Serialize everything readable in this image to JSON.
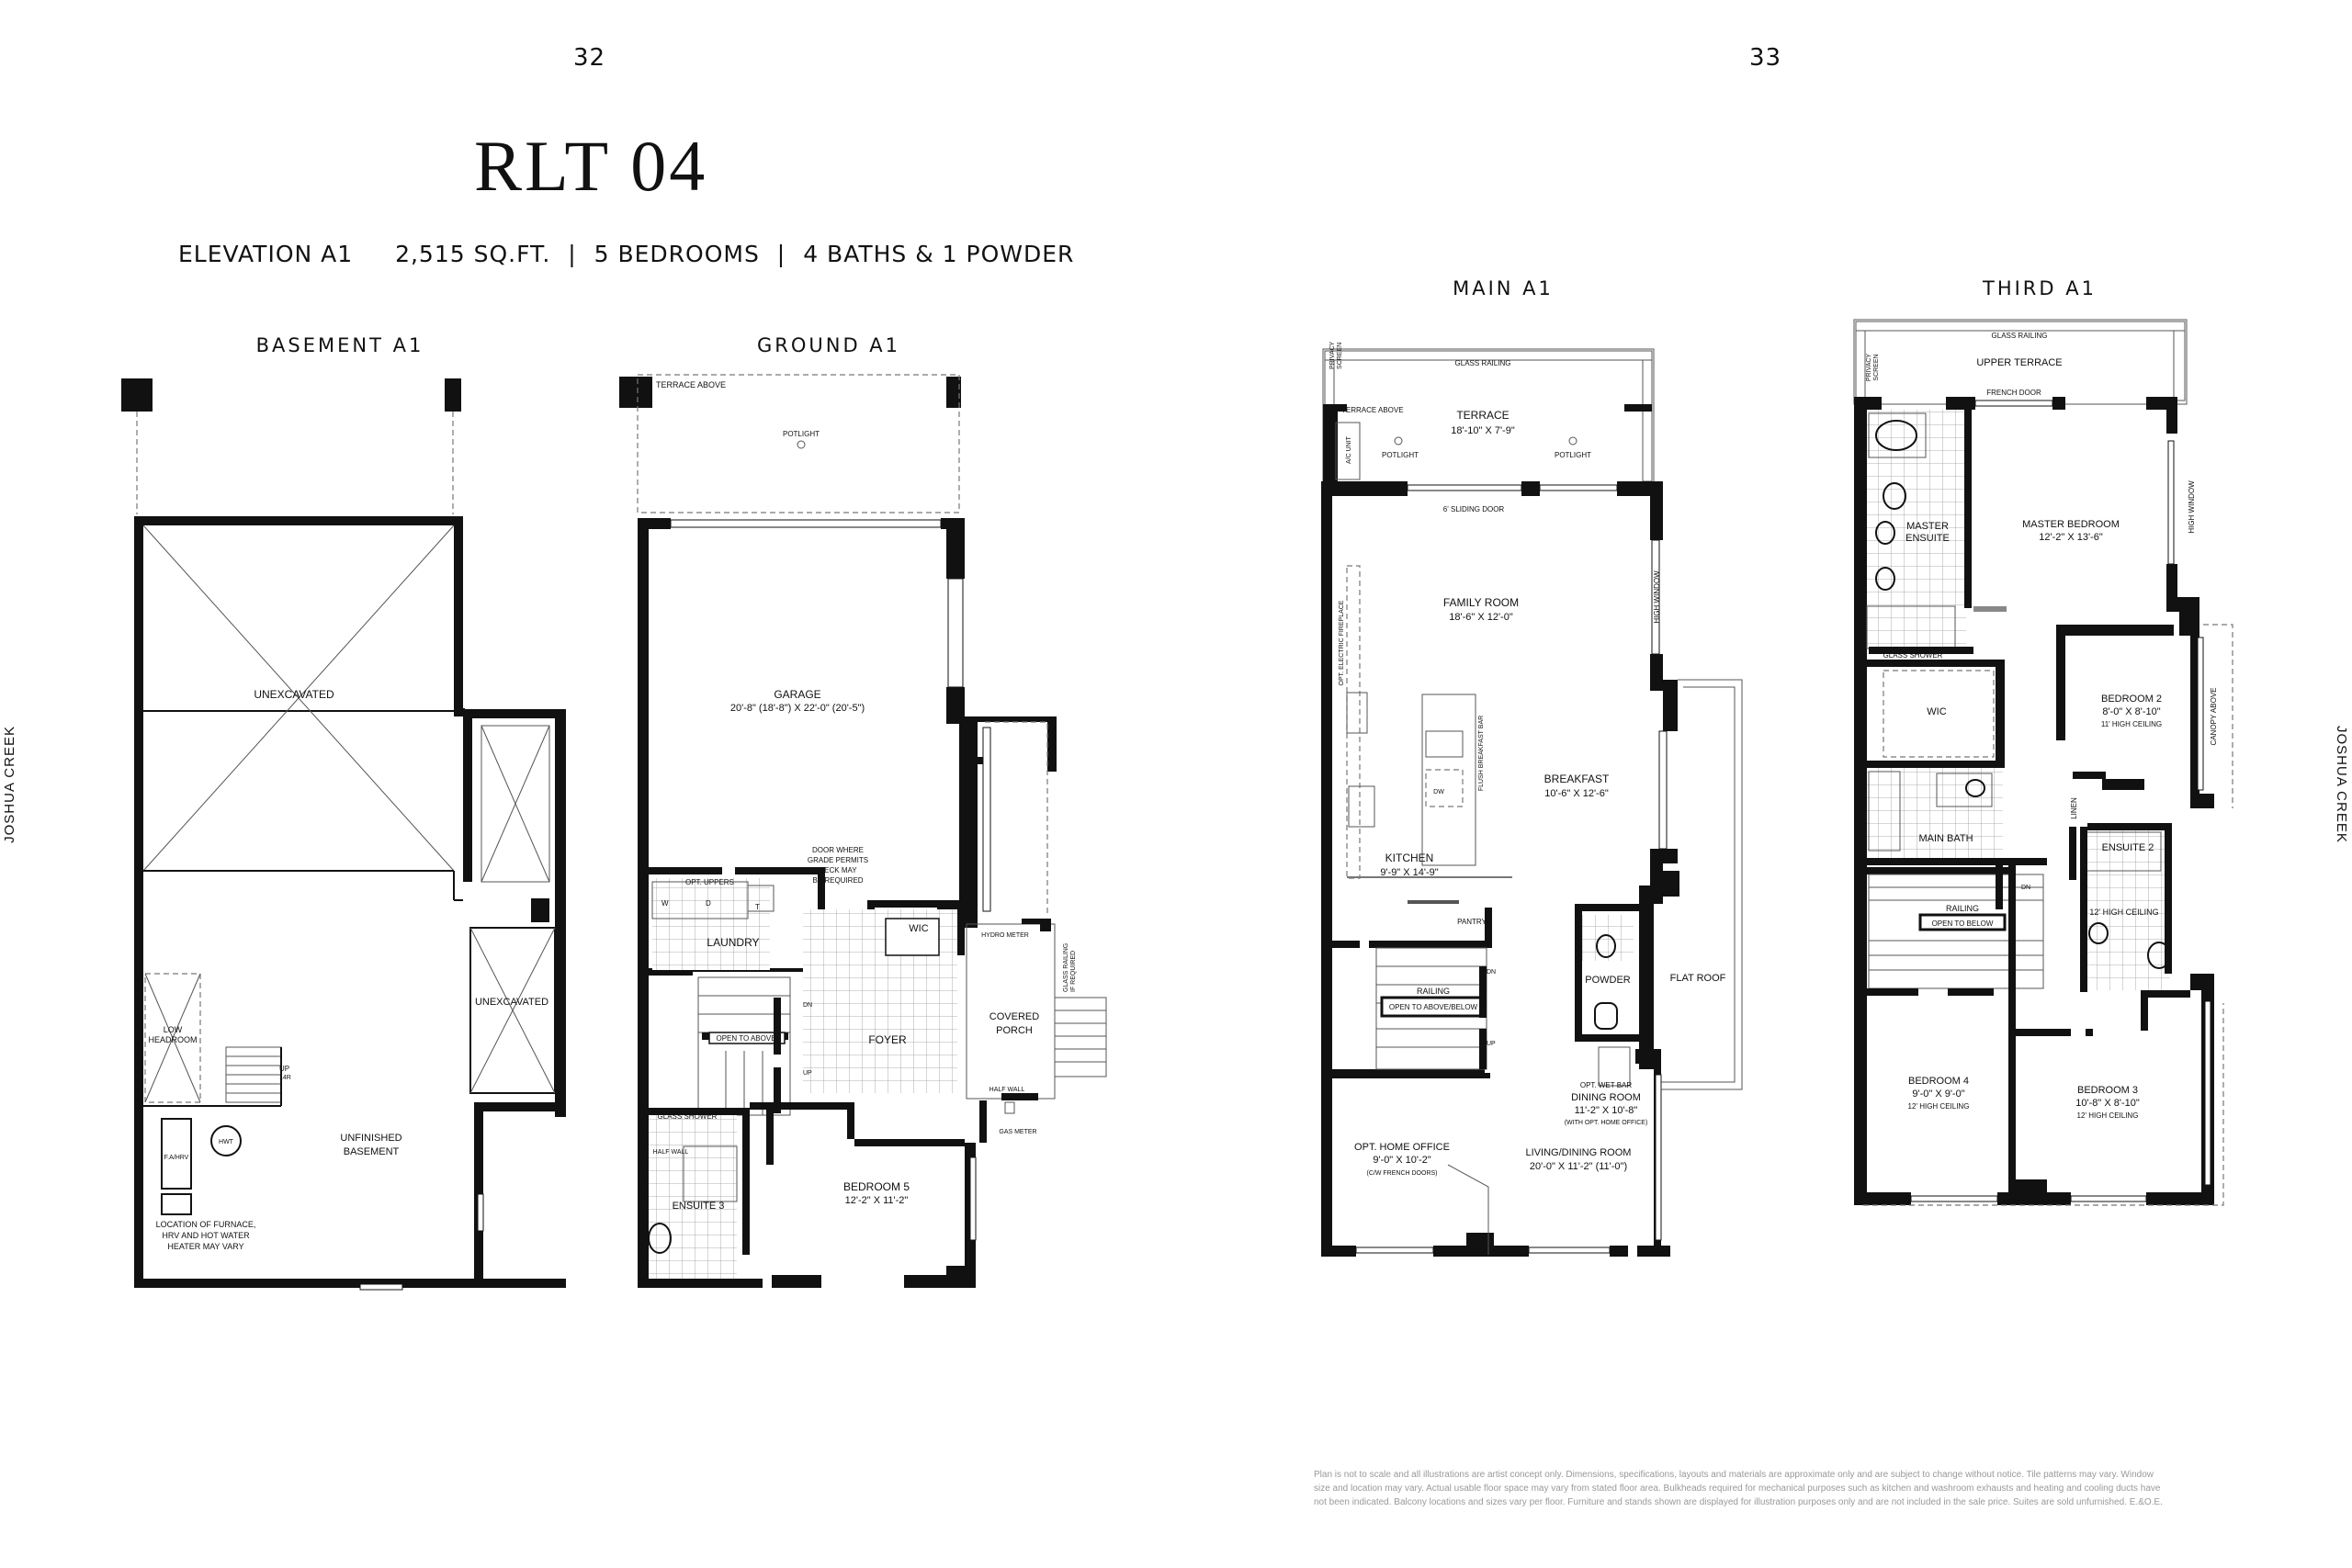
{
  "page_numbers": {
    "left": "32",
    "right": "33"
  },
  "model": {
    "name": "RLT 04",
    "elevation": "ELEVATION A1",
    "sqft": "2,515 SQ.FT.",
    "bedrooms": "5 BEDROOMS",
    "baths": "4 BATHS & 1 POWDER",
    "separator": "|"
  },
  "side_labels": {
    "left": "JOSHUA CREEK",
    "right": "JOSHUA CREEK"
  },
  "plans": {
    "basement": {
      "title": "BASEMENT A1",
      "labels": {
        "unexcavated_main": "UNEXCAVATED",
        "unexcavated_side": "UNEXCAVATED",
        "low_headroom_1": "LOW",
        "low_headroom_2": "HEADROOM",
        "up": "UP",
        "up_count": "14R",
        "hwt": "HWT",
        "fahrv": "F.A/HRV",
        "unfinished_1": "UNFINISHED",
        "unfinished_2": "BASEMENT",
        "furnace_1": "LOCATION OF FURNACE,",
        "furnace_2": "HRV AND HOT WATER",
        "furnace_3": "HEATER MAY VARY"
      }
    },
    "ground": {
      "title": "GROUND A1",
      "labels": {
        "terrace_above": "TERRACE ABOVE",
        "potlight": "POTLIGHT",
        "garage": "GARAGE",
        "garage_dim": "20'-8\" (18'-8\")  X 22'-0\" (20'-5\")",
        "door_1": "DOOR WHERE",
        "door_2": "GRADE PERMITS",
        "door_3": "DECK MAY",
        "door_4": "BE REQUIRED",
        "opt_uppers": "OPT. UPPERS",
        "w": "W",
        "d": "D",
        "t": "T",
        "laundry": "LAUNDRY",
        "wic": "WIC",
        "hydro": "HYDRO METER",
        "glass_railing_1": "GLASS RAILING",
        "glass_railing_2": "IF REQUIRED",
        "covered_1": "COVERED",
        "covered_2": "PORCH",
        "dn": "DN",
        "up": "UP",
        "open_to_above": "OPEN TO ABOVE",
        "foyer": "FOYER",
        "half_wall": "HALF WALL",
        "half_wall_2": "HALF WALL",
        "gas_meter": "GAS METER",
        "glass_shower": "GLASS SHOWER",
        "ensuite3": "ENSUITE 3",
        "bedroom5": "BEDROOM 5",
        "bedroom5_dim": "12'-2\" X 11'-2\""
      }
    },
    "main": {
      "title": "MAIN A1",
      "labels": {
        "privacy_1": "PRIVACY",
        "privacy_2": "SCREEN",
        "glass_railing": "GLASS RAILING",
        "terrace_above": "TERRACE ABOVE",
        "terrace": "TERRACE",
        "terrace_dim": "18'-10\" X 7'-9\"",
        "ac_unit": "A/C UNIT",
        "potlight_1": "POTLIGHT",
        "potlight_2": "POTLIGHT",
        "sliding_door": "6' SLIDING DOOR",
        "fireplace": "OPT. ELECTRIC FIREPLACE",
        "high_window": "HIGH WINDOW",
        "family_room": "FAMILY ROOM",
        "family_dim": "18'-6\" X 12'-0\"",
        "flush_bar": "FLUSH BREAKFAST BAR",
        "dw": "DW",
        "breakfast": "BREAKFAST",
        "breakfast_dim": "10'-6\" X 12'-6\"",
        "kitchen": "KITCHEN",
        "kitchen_dim": "9'-9\" X 14'-9\"",
        "pantry": "PANTRY",
        "dn": "DN",
        "railing": "RAILING",
        "open_to": "OPEN TO ABOVE/BELOW",
        "up": "UP",
        "powder": "POWDER",
        "flat_roof": "FLAT ROOF",
        "wet_bar": "OPT. WET BAR",
        "dining": "DINING ROOM",
        "dining_dim": "11'-2\" X 10'-8\"",
        "dining_note": "(WITH OPT. HOME OFFICE)",
        "office": "OPT. HOME OFFICE",
        "office_dim": "9'-0\" X 10'-2\"",
        "office_note": "(C/W FRENCH DOORS)",
        "living": "LIVING/DINING ROOM",
        "living_dim": "20'-0\" X 11'-2\" (11'-0\")"
      }
    },
    "third": {
      "title": "THIRD A1",
      "labels": {
        "glass_railing": "GLASS RAILING",
        "privacy_1": "PRIVACY",
        "privacy_2": "SCREEN",
        "upper_terrace": "UPPER TERRACE",
        "french_door": "FRENCH DOOR",
        "master_ensuite_1": "MASTER",
        "master_ensuite_2": "ENSUITE",
        "master_bedroom": "MASTER BEDROOM",
        "master_dim": "12'-2\" X 13'-6\"",
        "high_window": "HIGH WINDOW",
        "glass_shower": "GLASS SHOWER",
        "wic": "WIC",
        "bedroom2": "BEDROOM 2",
        "bedroom2_dim": "8'-0\" X 8'-10\"",
        "bedroom2_ceiling": "11' HIGH CEILING",
        "canopy_above": "CANOPY ABOVE",
        "linen": "LINEN",
        "main_bath": "MAIN BATH",
        "ensuite2": "ENSUITE 2",
        "railing": "RAILING",
        "open_below": "OPEN TO BELOW",
        "dn": "DN",
        "ceiling12": "12' HIGH CEILING",
        "bedroom4": "BEDROOM 4",
        "bedroom4_dim": "9'-0\" X 9'-0\"",
        "bedroom4_ceiling": "12' HIGH CEILING",
        "bedroom3": "BEDROOM 3",
        "bedroom3_dim": "10'-8\" X 8'-10\"",
        "bedroom3_ceiling": "12' HIGH CEILING",
        "canopy_bottom": "CANOPY ABOVE"
      }
    }
  },
  "disclaimer": {
    "line1": "Plan is not to scale and all illustrations are artist concept only. Dimensions, specifications, layouts and materials are approximate only and are subject to change without notice. Tile patterns may vary. Window",
    "line2": "size and location may vary. Actual usable floor space may vary from stated floor area. Bulkheads required for mechanical purposes such as kitchen and washroom exhausts and heating and cooling ducts have",
    "line3": "not been indicated. Balcony locations and sizes vary per floor. Furniture and stands shown are displayed for illustration purposes only and are not included in the sale price. Suites are sold unfurnished. E.&O.E."
  }
}
